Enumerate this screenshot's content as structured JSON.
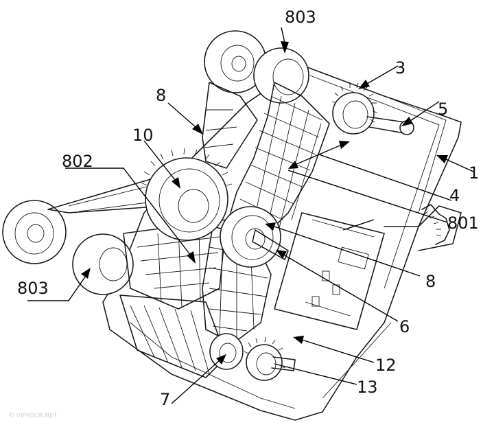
{
  "figure": {
    "labels": {
      "l803_top": "803",
      "l3": "3",
      "l5": "5",
      "l8_top": "8",
      "l1": "1",
      "l10": "10",
      "l802": "802",
      "l4": "4",
      "l801": "801",
      "l8_mid": "8",
      "l6": "6",
      "l803_left": "803",
      "l12": "12",
      "l13": "13",
      "l7": "7"
    },
    "watermark": "© VIPYOUR.NET"
  }
}
